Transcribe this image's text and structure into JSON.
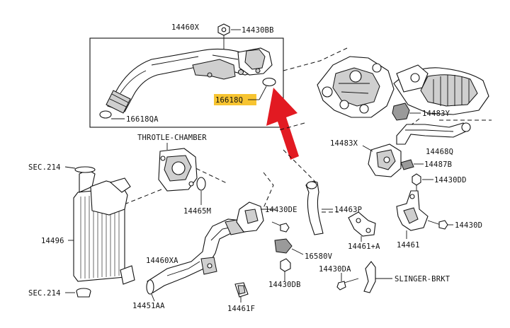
{
  "labels": {
    "p14460x": "14460X",
    "p14430bb": "14430BB",
    "p16618q": "16618Q",
    "p16618qa": "16618QA",
    "throttle_chamber": "THROTLE-CHAMBER",
    "p14483y": "14483Y",
    "p14483x": "14483X",
    "p14468q": "14468Q",
    "p14487b": "14487B",
    "p14430dd": "14430DD",
    "sec214_top": "SEC.214",
    "p14465m": "14465M",
    "p14430de": "14430DE",
    "p14463p": "14463P",
    "p14496": "14496",
    "p14461a": "14461+A",
    "p14461": "14461",
    "p14430d": "14430D",
    "p14460xa": "14460XA",
    "p16580v": "16580V",
    "p14430da": "14430DA",
    "slinger_brkt": "SLINGER-BRKT",
    "sec214_bottom": "SEC.214",
    "p14451aa": "14451AA",
    "p14430db": "14430DB",
    "p14461f": "14461F"
  },
  "highlight": {
    "part": "16618Q",
    "color": "#f7c431",
    "arrow_color": "#e21a22"
  }
}
